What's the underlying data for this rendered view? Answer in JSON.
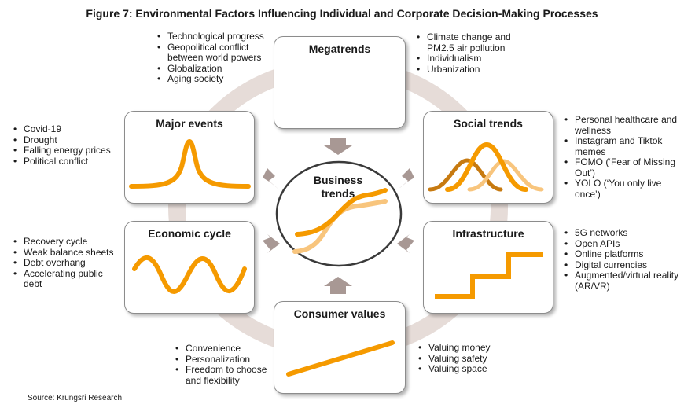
{
  "title": "Figure 7: Environmental Factors Influencing Individual and Corporate Decision-Making Processes",
  "center": {
    "label_line1": "Business",
    "label_line2": "trends"
  },
  "boxes": {
    "megatrends": {
      "title": "Megatrends"
    },
    "major_events": {
      "title": "Major events"
    },
    "social_trends": {
      "title": "Social trends"
    },
    "economic_cycle": {
      "title": "Economic cycle"
    },
    "infrastructure": {
      "title": "Infrastructure"
    },
    "consumer_values": {
      "title": "Consumer values"
    }
  },
  "lists": {
    "megatrends_left": [
      "Technological progress",
      "Geopolitical conflict between world powers",
      "Globalization",
      "Aging society"
    ],
    "megatrends_right": [
      "Climate change and PM2.5 air pollution",
      "Individualism",
      "Urbanization"
    ],
    "major_events": [
      "Covid-19",
      "Drought",
      "Falling energy prices",
      "Political conflict"
    ],
    "social_trends": [
      "Personal healthcare and wellness",
      "Instagram and Tiktok memes",
      "FOMO (‘Fear of Missing Out’)",
      "YOLO (‘You only live once’)"
    ],
    "economic_cycle": [
      "Recovery cycle",
      "Weak balance sheets",
      "Debt overhang",
      "Accelerating public debt"
    ],
    "infrastructure": [
      "5G networks",
      "Open APIs",
      "Online platforms",
      "Digital currencies",
      "Augmented/virtual reality (AR/VR)"
    ],
    "consumer_values_left": [
      "Convenience",
      "Personalization",
      "Freedom to choose and flexibility"
    ],
    "consumer_values_right": [
      "Valuing money",
      "Valuing safety",
      "Valuing space"
    ]
  },
  "source": "Source: Krungsri Research",
  "colors": {
    "orange": "#f59a00",
    "light_orange": "#f8c57d",
    "dark_orange": "#c77a10",
    "ring": "#e6dcd8",
    "arrow": "#a89894",
    "box_border": "#8c8c8c"
  }
}
